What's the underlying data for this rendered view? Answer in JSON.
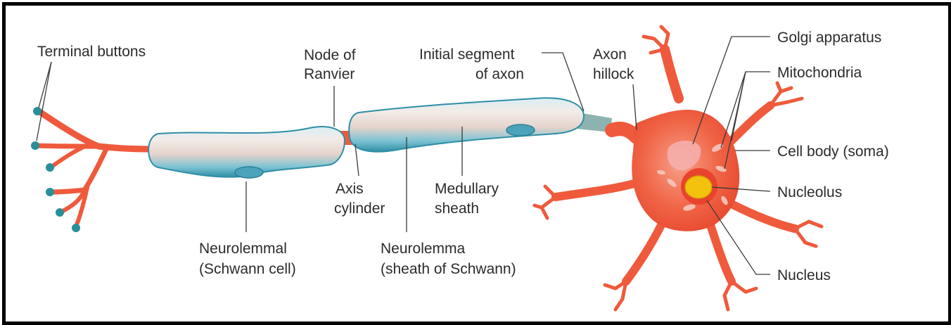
{
  "diagram": {
    "labels": {
      "terminal_buttons": "Terminal buttons",
      "node_of_ranvier_1": "Node of",
      "node_of_ranvier_2": "Ranvier",
      "initial_segment_1": "Initial segment",
      "initial_segment_2": "of axon",
      "axon_hillock_1": "Axon",
      "axon_hillock_2": "hillock",
      "golgi_apparatus": "Golgi apparatus",
      "mitochondria": "Mitochondria",
      "cell_body": "Cell body (soma)",
      "nucleolus": "Nucleolus",
      "nucleus": "Nucleus",
      "axis_cylinder_1": "Axis",
      "axis_cylinder_2": "cylinder",
      "medullary_sheath_1": "Medullary",
      "medullary_sheath_2": "sheath",
      "neurolemmal_1": "Neurolemmal",
      "neurolemmal_2": "(Schwann cell)",
      "neurolemma_1": "Neurolemma",
      "neurolemma_2": "(sheath of Schwann)"
    },
    "colors": {
      "neuron_body": "#ef5a3c",
      "myelin_sheath": "#5fb3c9",
      "axon_core": "#e8cfc4",
      "nucleolus": "#f2c20f",
      "terminal_button": "#2a8f99",
      "frame": "#000000"
    }
  }
}
